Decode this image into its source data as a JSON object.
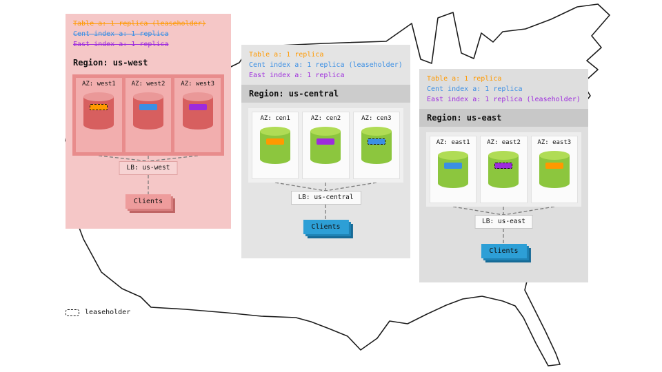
{
  "colors": {
    "table_orange": "#FF9900",
    "cent_index_blue": "#3B8FE4",
    "east_index_purple": "#9D2BDD",
    "west_panel_pink": "#F5C7C7",
    "gray_panel": "#E4E4E4",
    "db_cylinder_green": "#8CC63E",
    "db_cylinder_red": "#D75F5F",
    "clients_blue": "#2D9FD6"
  },
  "legend": {
    "label": "leaseholder"
  },
  "regions": [
    {
      "name": "us-west",
      "title": "Region: us-west",
      "annotations": [
        {
          "text": "Table a: 1 replica (leaseholder)",
          "color": "orange",
          "strike": true
        },
        {
          "text": "Cent index a: 1 replica",
          "color": "blue",
          "strike": true
        },
        {
          "text": "East index a: 1 replica",
          "color": "purple",
          "strike": true
        }
      ],
      "azs": [
        {
          "label": "AZ: west1",
          "chip_color": "orange",
          "leaseholder": true
        },
        {
          "label": "AZ: west2",
          "chip_color": "blue",
          "leaseholder": false
        },
        {
          "label": "AZ: west3",
          "chip_color": "purple",
          "leaseholder": false
        }
      ],
      "lb_label": "LB: us-west",
      "clients_label": "Clients"
    },
    {
      "name": "us-central",
      "title": "Region: us-central",
      "annotations": [
        {
          "text": "Table a: 1 replica",
          "color": "orange",
          "strike": false
        },
        {
          "text": "Cent index a: 1 replica (leaseholder)",
          "color": "blue",
          "strike": false
        },
        {
          "text": "East index a: 1 replica",
          "color": "purple",
          "strike": false
        }
      ],
      "azs": [
        {
          "label": "AZ: cen1",
          "chip_color": "orange",
          "leaseholder": false
        },
        {
          "label": "AZ: cen2",
          "chip_color": "purple",
          "leaseholder": false
        },
        {
          "label": "AZ: cen3",
          "chip_color": "blue",
          "leaseholder": true
        }
      ],
      "lb_label": "LB: us-central",
      "clients_label": "Clients"
    },
    {
      "name": "us-east",
      "title": "Region: us-east",
      "annotations": [
        {
          "text": "Table a: 1 replica",
          "color": "orange",
          "strike": false
        },
        {
          "text": "Cent index a: 1 replica",
          "color": "blue",
          "strike": false
        },
        {
          "text": "East index a: 1 replica (leaseholder)",
          "color": "purple",
          "strike": false
        }
      ],
      "azs": [
        {
          "label": "AZ: east1",
          "chip_color": "blue",
          "leaseholder": false
        },
        {
          "label": "AZ: east2",
          "chip_color": "purple",
          "leaseholder": true
        },
        {
          "label": "AZ: east3",
          "chip_color": "orange",
          "leaseholder": false
        }
      ],
      "lb_label": "LB: us-east",
      "clients_label": "Clients"
    }
  ]
}
